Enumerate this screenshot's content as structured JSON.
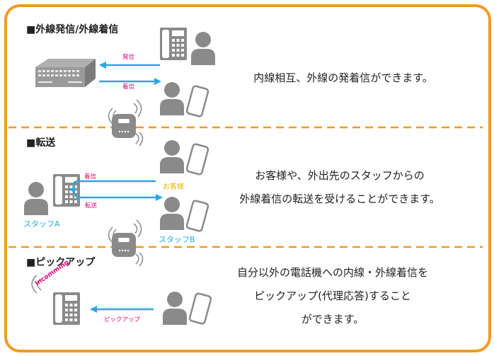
{
  "sections": [
    {
      "title": "■外線発信/外線着信",
      "arrow_out_label": "発信",
      "arrow_in_label": "着信",
      "description_lines": [
        "内線相互、外線の発着信ができます。"
      ]
    },
    {
      "title": "■転送",
      "arrow_in_label": "着信",
      "arrow_out_label": "転送",
      "customer_label": "お客様",
      "staff_a_label": "スタッフA",
      "staff_b_label": "スタッフB",
      "description_lines": [
        "お客様や、外出先のスタッフからの",
        "外線着信の転送を受けることができます。"
      ]
    },
    {
      "title": "■ピックアップ",
      "incoming_label": "Incomming",
      "arrow_label": "ピックアップ",
      "description_lines": [
        "自分以外の電話機への内線・外線着信を",
        "ピックアップ(代理応答)すること",
        "ができます。"
      ]
    }
  ],
  "colors": {
    "border": "#f39a1f",
    "divider": "#f39a1f",
    "icon_gray": "#8a8a8a",
    "arrow": "#2aa7e0",
    "pink": "#e6007e"
  }
}
